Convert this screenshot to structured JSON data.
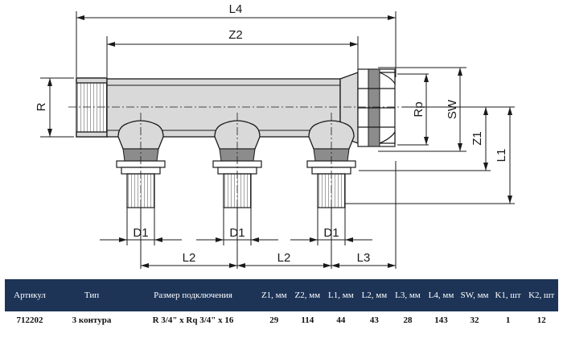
{
  "drawing": {
    "dims": {
      "l4": "L4",
      "z2": "Z2",
      "r": "R",
      "rp": "Rp",
      "sw": "SW",
      "z1": "Z1",
      "l1": "L1",
      "d1": "D1",
      "l2": "L2",
      "l3": "L3"
    }
  },
  "table": {
    "headers": [
      "Артикул",
      "Тип",
      "Размер подключения",
      "Z1, мм",
      "Z2, мм",
      "L1, мм",
      "L2, мм",
      "L3, мм",
      "L4, мм",
      "SW, мм",
      "K1, шт",
      "K2, шт"
    ],
    "rows": [
      [
        "712202",
        "3 контура",
        "R 3/4\" x Rq 3/4\" x 16",
        "29",
        "114",
        "44",
        "43",
        "28",
        "143",
        "32",
        "1",
        "12"
      ]
    ]
  }
}
